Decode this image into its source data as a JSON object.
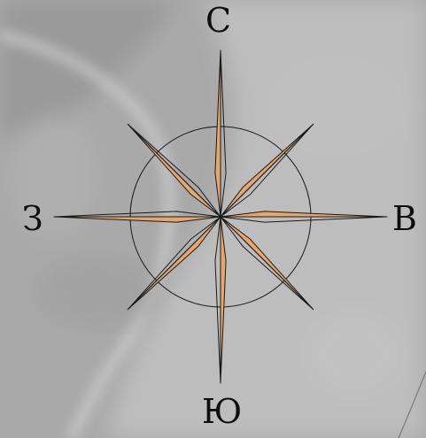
{
  "compass": {
    "north": "С",
    "south": "Ю",
    "west": "З",
    "east": "В",
    "fill_color": "#e8a76a",
    "stroke_color": "#1a1a1a"
  },
  "background": {
    "type": "aerial-imagery",
    "tone": "grayscale"
  }
}
